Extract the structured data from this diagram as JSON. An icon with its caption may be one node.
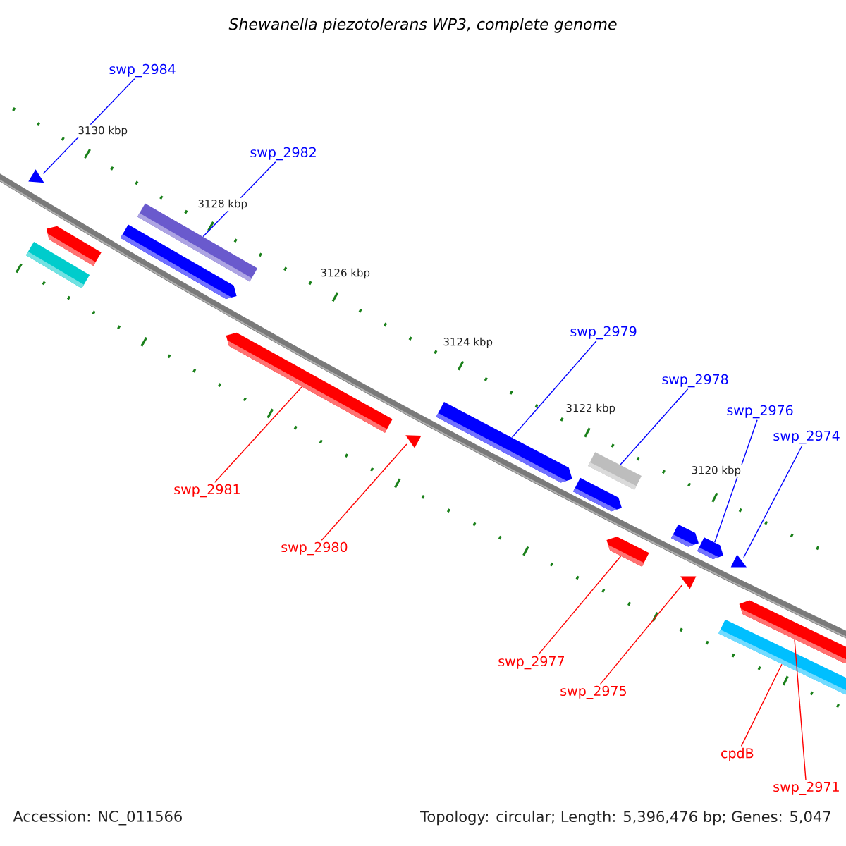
{
  "diagram": {
    "title": "Shewanella piezotolerans WP3, complete genome",
    "nodes": [
      {
        "text": [
          "swp_2984"
        ]
      },
      {
        "text": [
          "swp_2982"
        ]
      },
      {
        "text": [],
        "shape": "triangle"
      },
      {
        "text": [],
        "shape": "bar"
      },
      {
        "text": [],
        "shape": "bar"
      },
      {
        "text": [],
        "shape": "bar"
      },
      {
        "text": [],
        "shape": "bar"
      },
      {
        "text": [],
        "shape": "bar"
      },
      {
        "text": [
          "swp_2979"
        ]
      },
      {
        "text": [
          "swp_2978"
        ]
      },
      {
        "text": [
          "swp_2976"
        ]
      },
      {
        "text": [
          "swp_2974"
        ]
      },
      {
        "text": [],
        "shape": "triangle"
      },
      {
        "text": [],
        "shape": "bar"
      },
      {
        "text": [],
        "shape": "bar"
      },
      {
        "text": [],
        "shape": "bar"
      },
      {
        "text": [
          "swp_2981"
        ]
      },
      {
        "text": [
          "swp_2980"
        ]
      },
      {
        "text": [],
        "shape": "bar"
      },
      {
        "text": [],
        "shape": "bar"
      },
      {
        "text": [],
        "shape": "triangle"
      },
      {
        "text": [],
        "shape": "bar"
      },
      {
        "text": [],
        "shape": "triangle"
      },
      {
        "text": [],
        "shape": "bar"
      },
      {
        "text": [],
        "shape": "bar"
      },
      {
        "text": [
          "swp_2977"
        ]
      },
      {
        "text": [
          "swp_2975"
        ]
      },
      {
        "text": [
          "cpdB"
        ]
      },
      {
        "text": [
          "swp_2971"
        ]
      }
    ],
    "edges": [
      {
        "from": 0,
        "to": 2,
        "arrow": "none"
      },
      {
        "from": 1,
        "to": 3,
        "arrow": "none"
      },
      {
        "from": 16,
        "to": 7,
        "arrow": "none",
        "color": "#ff0000"
      },
      {
        "from": 17,
        "to": 12,
        "arrow": "none",
        "color": "#ff0000"
      },
      {
        "from": 8,
        "to": 13,
        "arrow": "none"
      },
      {
        "from": 9,
        "to": 14,
        "arrow": "none"
      },
      {
        "from": 10,
        "to": 19,
        "arrow": "none"
      },
      {
        "from": 11,
        "to": 20,
        "arrow": "none"
      },
      {
        "from": 25,
        "to": 21,
        "arrow": "none",
        "color": "#ff0000"
      },
      {
        "from": 26,
        "to": 22,
        "arrow": "none",
        "color": "#ff0000"
      },
      {
        "from": 27,
        "to": 24,
        "arrow": "none",
        "color": "#ff0000"
      },
      {
        "from": 28,
        "to": 23,
        "arrow": "none",
        "color": "#ff0000"
      }
    ],
    "labels": [
      "3130 kbp",
      "3128 kbp",
      "3126 kbp",
      "3124 kbp",
      "3122 kbp",
      "3120 kbp",
      "Accession: NC_011566",
      "Topology: circular; Length: 5,396,476 bp; Genes: 5,047"
    ]
  }
}
